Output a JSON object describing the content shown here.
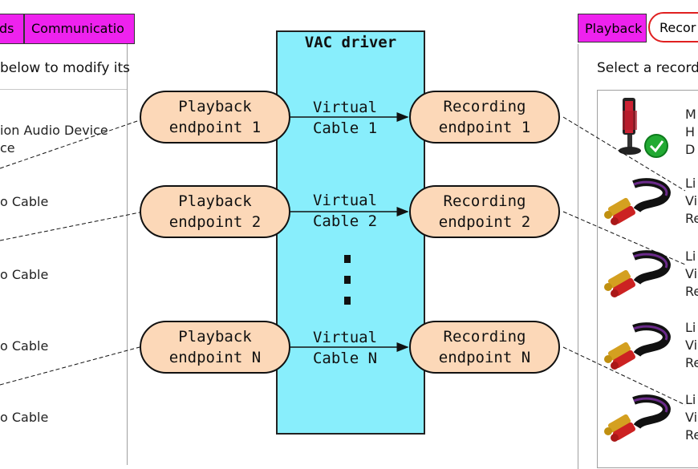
{
  "left_dialog": {
    "tabs": [
      "ds",
      "Communicatio"
    ],
    "hint": "below to modify its",
    "devices": [
      {
        "line1": "ion Audio Device",
        "line2": "ce"
      },
      {
        "line1": "o Cable"
      },
      {
        "line1": "o Cable"
      },
      {
        "line1": "o Cable"
      },
      {
        "line1": "o Cable"
      }
    ]
  },
  "right_dialog": {
    "tabs": [
      "Playback",
      "Recor"
    ],
    "hint": "Select a record",
    "devices": [
      {
        "lines": [
          "M",
          "H",
          "D"
        ],
        "icon": "microphone-icon",
        "status": "default-check-icon"
      },
      {
        "lines": [
          "Li",
          "Vi",
          "Re"
        ],
        "icon": "cable-plug-icon"
      },
      {
        "lines": [
          "Li",
          "Vi",
          "Re"
        ],
        "icon": "cable-plug-icon"
      },
      {
        "lines": [
          "Li",
          "Vi",
          "Re"
        ],
        "icon": "cable-plug-icon"
      },
      {
        "lines": [
          "Li",
          "Vi",
          "Re"
        ],
        "icon": "cable-plug-icon"
      }
    ]
  },
  "vac": {
    "title": "VAC driver",
    "rows": [
      {
        "playback": [
          "Playback",
          "endpoint 1"
        ],
        "cable": [
          "Virtual",
          "Cable 1"
        ],
        "recording": [
          "Recording",
          "endpoint 1"
        ]
      },
      {
        "playback": [
          "Playback",
          "endpoint 2"
        ],
        "cable": [
          "Virtual",
          "Cable 2"
        ],
        "recording": [
          "Recording",
          "endpoint 2"
        ]
      },
      {
        "playback": [
          "Playback",
          "endpoint N"
        ],
        "cable": [
          "Virtual",
          "Cable N"
        ],
        "recording": [
          "Recording",
          "endpoint N"
        ]
      }
    ]
  },
  "colors": {
    "tab_magenta": "#ee22ee",
    "driver_cyan": "#88eefc",
    "endpoint_peach": "#fcd8b8",
    "highlight_red": "#e02020",
    "check_green": "#22aa33"
  }
}
